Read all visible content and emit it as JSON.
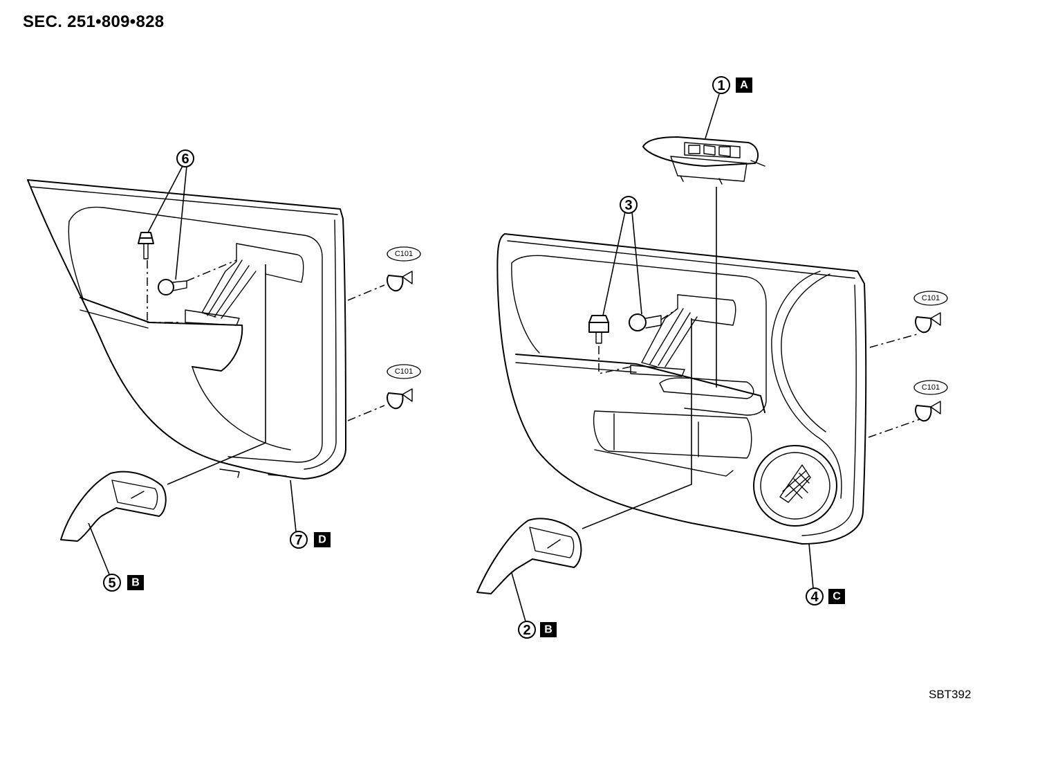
{
  "header": {
    "section": "SEC. 251•809•828"
  },
  "footer": {
    "code": "SBT392"
  },
  "callouts": [
    {
      "num": "1",
      "letter": "A"
    },
    {
      "num": "2",
      "letter": "B"
    },
    {
      "num": "3",
      "letter": ""
    },
    {
      "num": "4",
      "letter": "C"
    },
    {
      "num": "5",
      "letter": "B"
    },
    {
      "num": "6",
      "letter": ""
    },
    {
      "num": "7",
      "letter": "D"
    }
  ],
  "clip_label": "C101"
}
